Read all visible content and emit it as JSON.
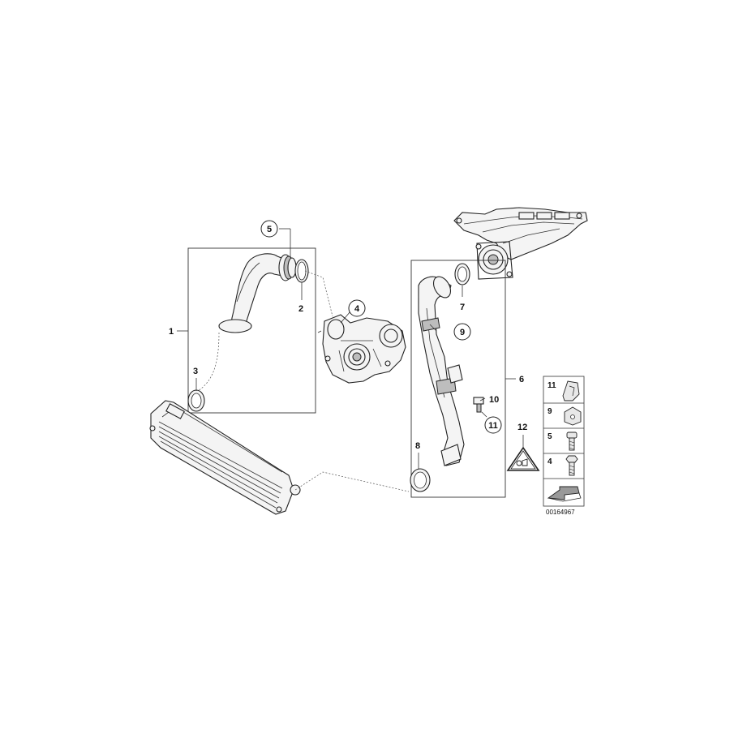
{
  "diagram": {
    "callouts": [
      {
        "id": "callout-1",
        "label": "1",
        "circled": false
      },
      {
        "id": "callout-2",
        "label": "2",
        "circled": false
      },
      {
        "id": "callout-3",
        "label": "3",
        "circled": false
      },
      {
        "id": "callout-4",
        "label": "4",
        "circled": true
      },
      {
        "id": "callout-5",
        "label": "5",
        "circled": true
      },
      {
        "id": "callout-6",
        "label": "6",
        "circled": false
      },
      {
        "id": "callout-7",
        "label": "7",
        "circled": false
      },
      {
        "id": "callout-8",
        "label": "8",
        "circled": false
      },
      {
        "id": "callout-9",
        "label": "9",
        "circled": true
      },
      {
        "id": "callout-10",
        "label": "10",
        "circled": false
      },
      {
        "id": "callout-11",
        "label": "11",
        "circled": true
      },
      {
        "id": "callout-12",
        "label": "12",
        "circled": false
      }
    ],
    "legend": {
      "items": [
        {
          "label": "11",
          "icon": "clip-bracket-icon"
        },
        {
          "label": "9",
          "icon": "clamp-clip-icon"
        },
        {
          "label": "5",
          "icon": "socket-screw-icon"
        },
        {
          "label": "4",
          "icon": "hex-bolt-icon"
        }
      ],
      "arrow_icon": "direction-arrow-icon"
    },
    "reference_code": "00164967"
  }
}
